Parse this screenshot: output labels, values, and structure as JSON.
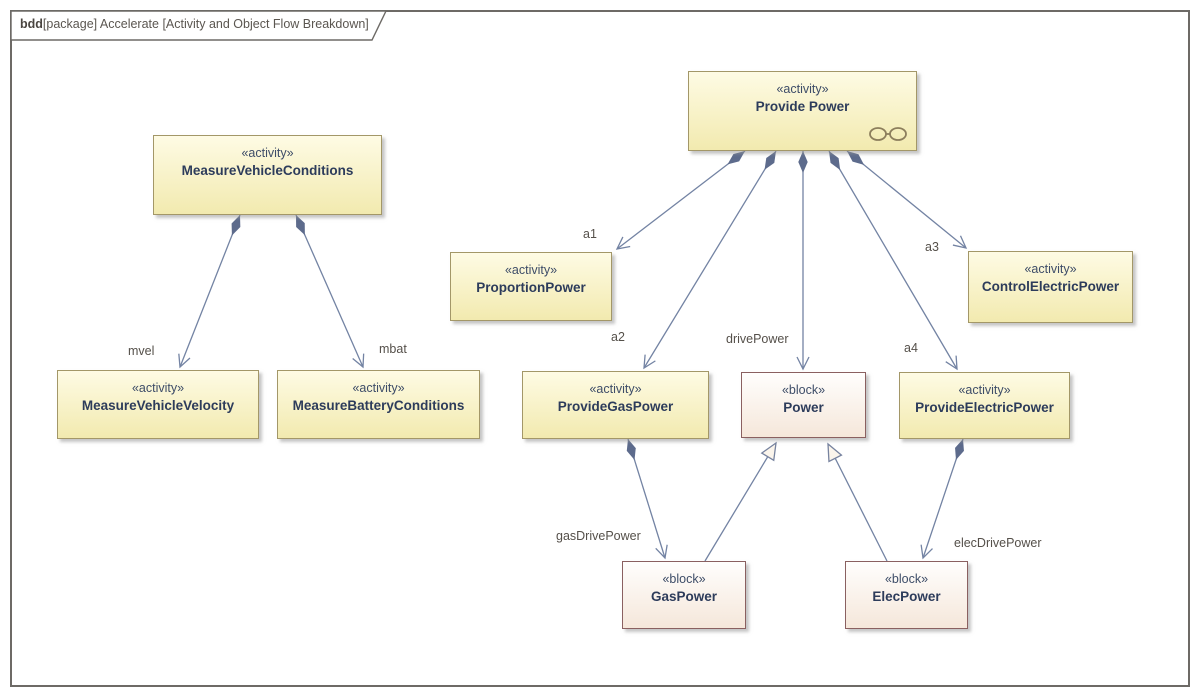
{
  "frame": {
    "keyword": "bdd",
    "title_rest": "[package] Accelerate [Activity and Object Flow Breakdown]"
  },
  "nodes": {
    "measure_vehicle_conditions": {
      "stereotype": "«activity»",
      "name": "MeasureVehicleConditions"
    },
    "provide_power": {
      "stereotype": "«activity»",
      "name": "Provide Power",
      "icon": "composite-glasses-icon"
    },
    "proportion_power": {
      "stereotype": "«activity»",
      "name": "ProportionPower"
    },
    "control_electric_power": {
      "stereotype": "«activity»",
      "name": "ControlElectricPower"
    },
    "measure_vehicle_velocity": {
      "stereotype": "«activity»",
      "name": "MeasureVehicleVelocity"
    },
    "measure_battery_conditions": {
      "stereotype": "«activity»",
      "name": "MeasureBatteryConditions"
    },
    "provide_gas_power": {
      "stereotype": "«activity»",
      "name": "ProvideGasPower"
    },
    "power": {
      "stereotype": "«block»",
      "name": "Power"
    },
    "provide_electric_power": {
      "stereotype": "«activity»",
      "name": "ProvideElectricPower"
    },
    "gas_power": {
      "stereotype": "«block»",
      "name": "GasPower"
    },
    "elec_power": {
      "stereotype": "«block»",
      "name": "ElecPower"
    }
  },
  "edge_labels": {
    "mvel": "mvel",
    "mbat": "mbat",
    "a1": "a1",
    "a2": "a2",
    "a3": "a3",
    "a4": "a4",
    "drivePower": "drivePower",
    "gasDrivePower": "gasDrivePower",
    "elecDrivePower": "elecDrivePower"
  },
  "colors": {
    "activity_fill_top": "#FEFBE4",
    "activity_fill_bottom": "#F2EAAF",
    "activity_border": "#A39768",
    "block_fill_top": "#FFFEFD",
    "block_fill_bottom": "#F5E7DA",
    "block_border": "#8A6060",
    "connector_line": "#7383A3",
    "composition_diamond": "#5D6B8C",
    "generalization_fill": "#FBF5EC",
    "frame_border": "#6D6A66"
  }
}
